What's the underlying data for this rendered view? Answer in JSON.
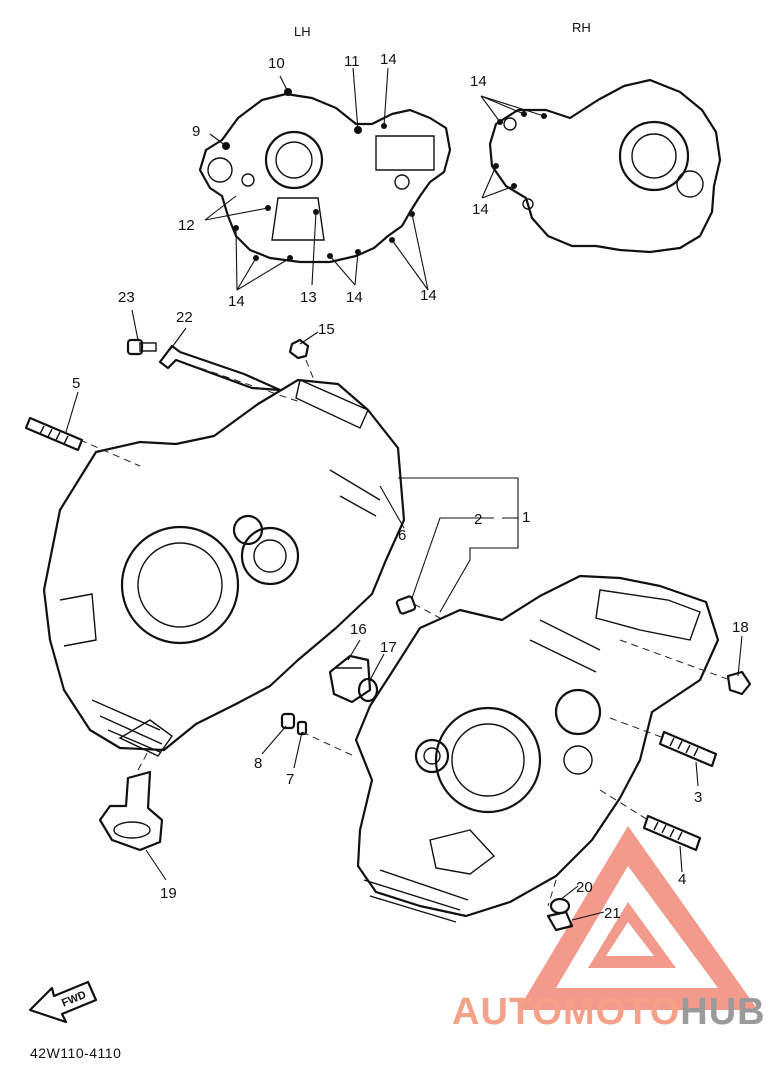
{
  "diagram": {
    "side_labels": {
      "left": "LH",
      "right": "RH"
    },
    "part_code": "42W110-4110",
    "fwd_arrow_label": "FWD",
    "callouts": {
      "c1": "1",
      "c2": "2",
      "c3": "3",
      "c4": "4",
      "c5": "5",
      "c6": "6",
      "c7": "7",
      "c8": "8",
      "c9": "9",
      "c10": "10",
      "c11": "11",
      "c12": "12",
      "c13": "13",
      "c14": "14",
      "c15": "15",
      "c16": "16",
      "c17": "17",
      "c18": "18",
      "c19": "19",
      "c20": "20",
      "c21": "21",
      "c22": "22",
      "c23": "23"
    }
  },
  "watermark": {
    "brand_part1": "AUTOMOTO",
    "brand_part2": "HUB",
    "logo_color": "#f08a78",
    "hub_color": "#9a9a9a"
  }
}
